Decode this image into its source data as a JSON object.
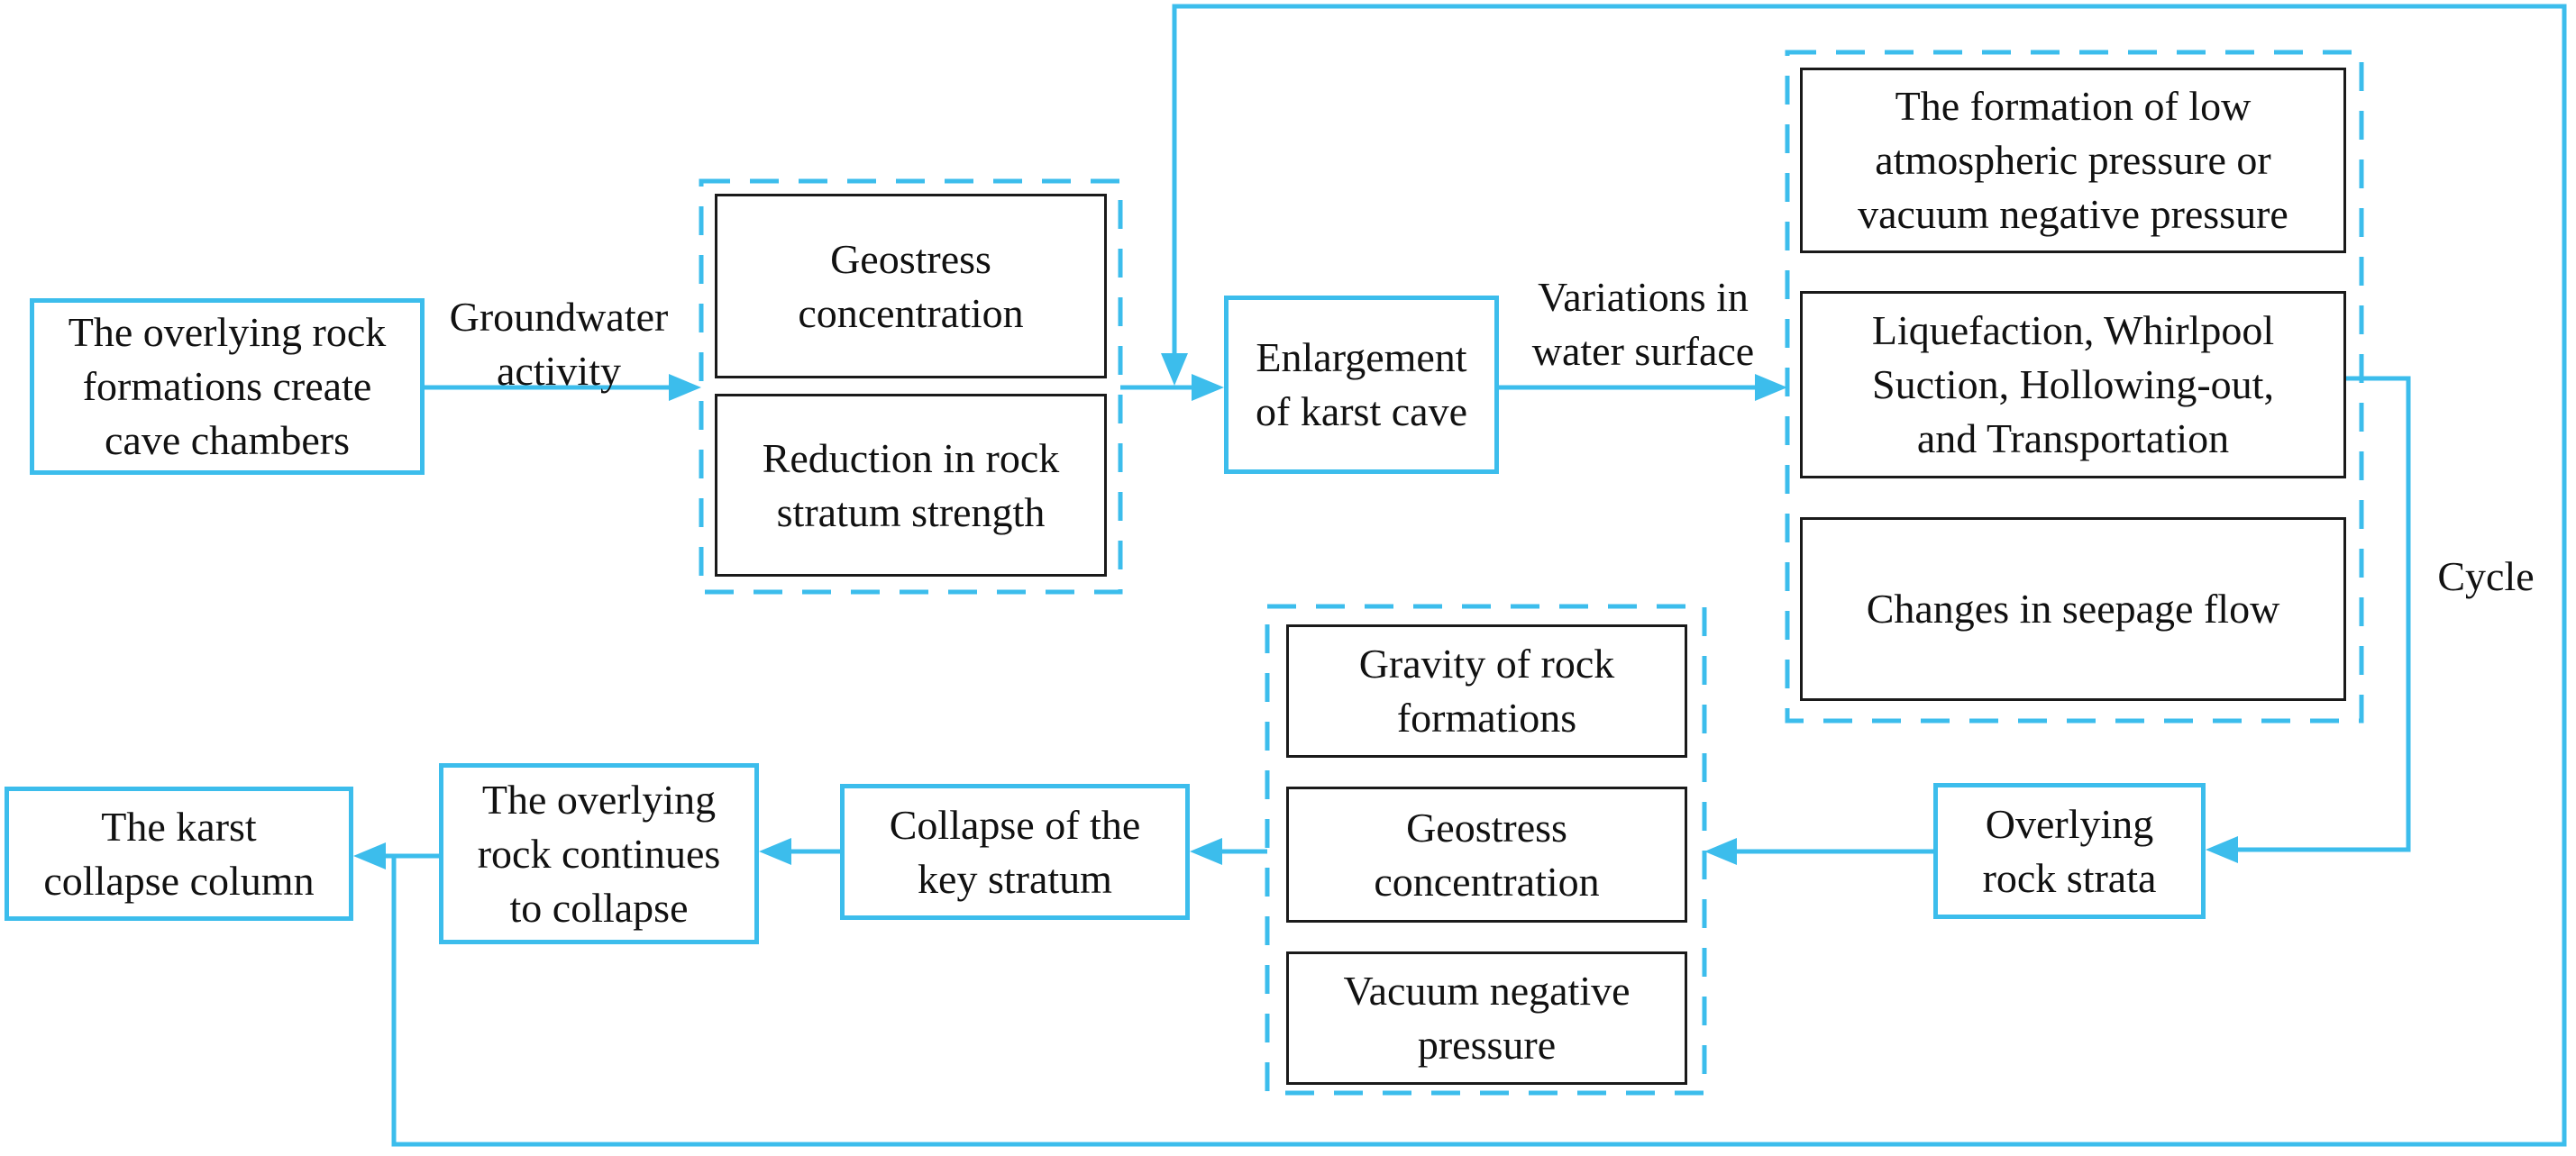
{
  "colors": {
    "accent": "#3cbdec",
    "text": "#111111",
    "inner_box_border": "#1a1a1a",
    "background": "#ffffff"
  },
  "nodes": {
    "cave_chambers": "The overlying rock formations create cave chambers",
    "geostress_concentration_1": "Geostress concentration",
    "reduction_strength": "Reduction in rock stratum strength",
    "enlargement": "Enlargement of karst cave",
    "low_pressure": "The formation of low atmospheric pressure or vacuum negative pressure",
    "liquefaction": "Liquefaction, Whirlpool Suction, Hollowing-out, and Transportation",
    "seepage": "Changes in seepage flow",
    "overlying_strata": "Overlying rock strata",
    "gravity": "Gravity of rock formations",
    "geostress_concentration_2": "Geostress concentration",
    "vacuum_pressure": "Vacuum negative pressure",
    "key_stratum": "Collapse of the key stratum",
    "continues_collapse": "The overlying rock continues to collapse",
    "karst_column": "The karst collapse column"
  },
  "edge_labels": {
    "groundwater": "Groundwater activity",
    "variations": "Variations in water surface",
    "cycle": "Cycle"
  }
}
